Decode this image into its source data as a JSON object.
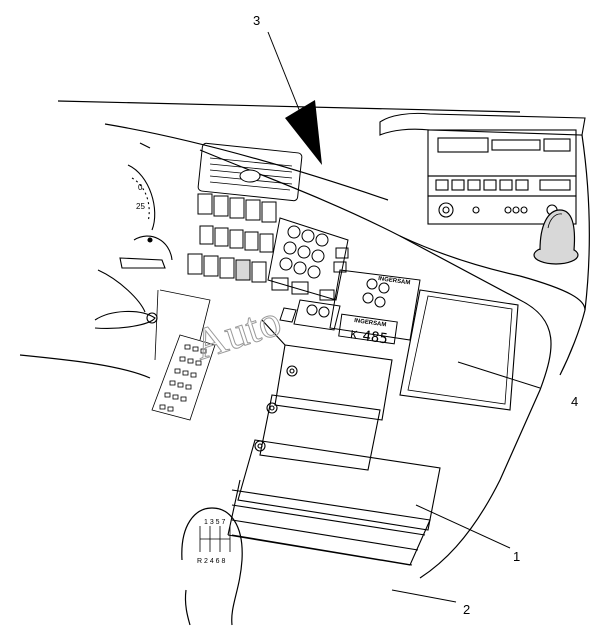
{
  "callouts": {
    "c1": "1",
    "c2": "2",
    "c3": "3",
    "c4": "4"
  },
  "gauge": {
    "tick_0": "0",
    "tick_25": "25"
  },
  "panel": {
    "brand_upper": "INGERSAM",
    "brand_lower": "INGERSAM",
    "display_reading": "485",
    "display_prefix": "K"
  },
  "gear_knob": {
    "top_row": "1 3 5 7",
    "bottom_row": "R 2 4 6 8"
  },
  "watermark": "Auto",
  "colors": {
    "line": "#000000",
    "background": "#ffffff",
    "shade": "#d8d8d8"
  }
}
